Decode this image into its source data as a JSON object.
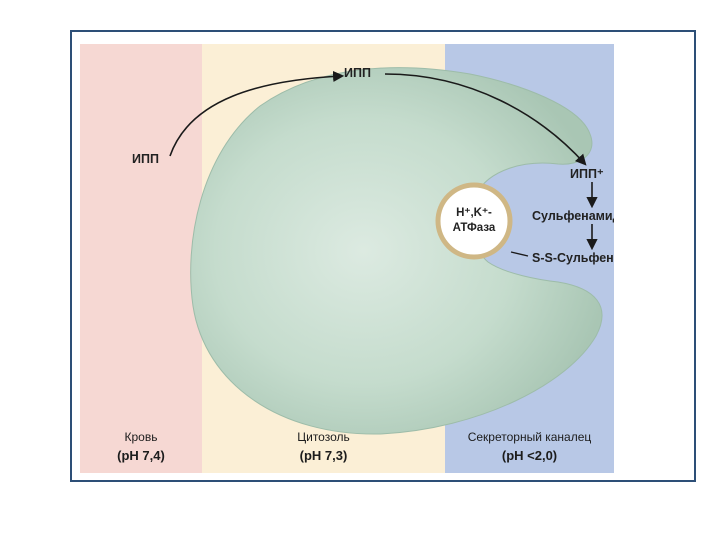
{
  "zones": {
    "blood": {
      "name": "Кровь",
      "ph": "(pH 7,4)"
    },
    "cytosol": {
      "name": "Цитозоль",
      "ph": "(pH 7,3)"
    },
    "canal": {
      "name": "Секреторный каналец",
      "ph": "(pH <2,0)"
    }
  },
  "labels": {
    "ipp_left": "ИПП",
    "ipp_top": "ИПП",
    "ipp_plus": "ИПП⁺",
    "sulfenamide": "Сульфенамид⁺",
    "ss_sulfenamide": "S-S-Сульфенамид⁺",
    "atpase_line1": "H⁺,K⁺-",
    "atpase_line2": "АТФаза"
  },
  "colors": {
    "blood": "#f6d8d3",
    "cytosol": "#fbefd6",
    "canal": "#b8c8e6",
    "cell": "#bcd5c6",
    "frame": "#2d4f77",
    "atpase_ring": "#cfb785"
  }
}
